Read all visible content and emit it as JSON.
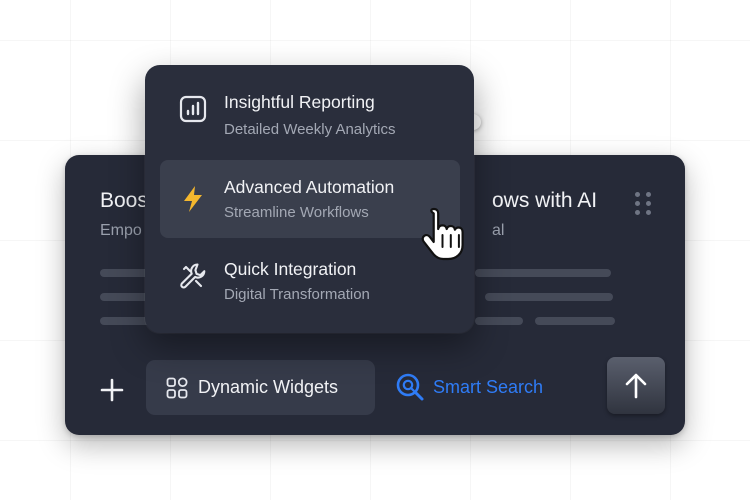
{
  "card": {
    "title_left": "Boos",
    "title_right": "ows with AI",
    "subtitle_left": "Empo",
    "subtitle_right": "al",
    "add_icon": "plus-icon",
    "grip_icon": "drag-handle-icon"
  },
  "menu": {
    "items": [
      {
        "title": "Insightful Reporting",
        "subtitle": "Detailed Weekly Analytics",
        "icon": "chart-icon",
        "active": false
      },
      {
        "title": "Advanced Automation",
        "subtitle": "Streamline Workflows",
        "icon": "lightning-icon",
        "active": true
      },
      {
        "title": "Quick Integration",
        "subtitle": "Digital Transformation",
        "icon": "wrench-icon",
        "active": false
      }
    ]
  },
  "toolbar": {
    "widgets_label": "Dynamic Widgets",
    "search_label": "Smart Search",
    "upload_icon": "arrow-up-icon"
  },
  "colors": {
    "card_bg": "#262a38",
    "menu_bg": "#2a2e3c",
    "accent_blue": "#2f7cf6",
    "bolt_yellow": "#f5b82e"
  }
}
